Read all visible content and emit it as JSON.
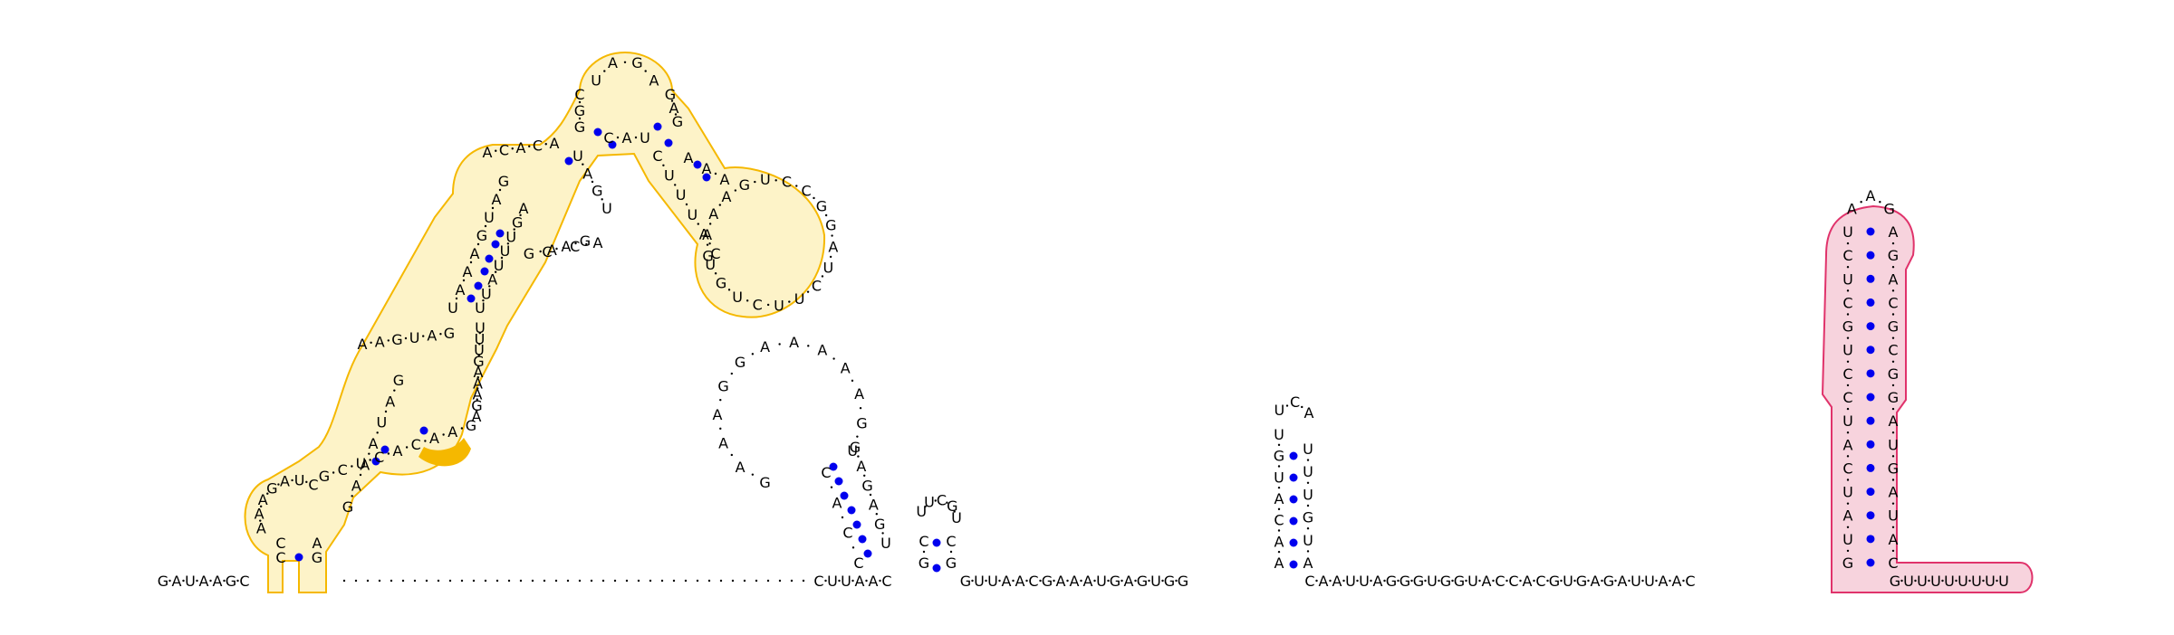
{
  "colors": {
    "background": "#ffffff",
    "nucleotide": "#000000",
    "base_pair": "#0000ee",
    "backbone": "#000000",
    "domain_a_fill": "#fdf3c8",
    "domain_a_stroke": "#f5b800",
    "domain_a_highlight": "#f5b800",
    "domain_b_fill": "#f7d3dd",
    "domain_b_stroke": "#e0336b"
  },
  "segments": [
    "GAUAAGC",
    "CUUAAC",
    "GUUAACGAAAUGAGUGG",
    "CAAUUAGGGUGGUACCACGUGAGAUUAAC",
    "GUUUUUUUU"
  ],
  "hairpin_loop_3": "UCA",
  "hairpin_loop_4": "AAG",
  "helix_4_pairs": [
    [
      "G",
      "C"
    ],
    [
      "U",
      "A"
    ],
    [
      "A",
      "U"
    ],
    [
      "U",
      "A"
    ],
    [
      "C",
      "G"
    ],
    [
      "A",
      "U"
    ],
    [
      "U",
      "A"
    ],
    [
      "C",
      "G"
    ],
    [
      "C",
      "G"
    ],
    [
      "U",
      "C"
    ],
    [
      "G",
      "G"
    ],
    [
      "C",
      "C"
    ],
    [
      "U",
      "A"
    ],
    [
      "C",
      "G"
    ],
    [
      "U",
      "A"
    ]
  ]
}
